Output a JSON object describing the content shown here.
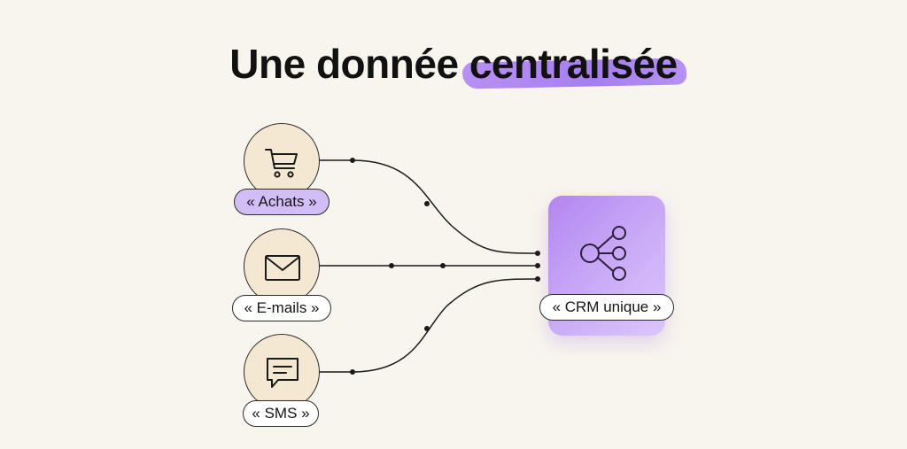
{
  "title": {
    "plain": "Une donnée",
    "highlighted": "centralisée"
  },
  "sources": [
    {
      "label": "« Achats »",
      "icon": "shopping-cart-icon"
    },
    {
      "label": "« E-mails »",
      "icon": "envelope-icon"
    },
    {
      "label": "« SMS »",
      "icon": "chat-bubble-icon"
    }
  ],
  "target": {
    "label": "« CRM unique »",
    "icon": "share-nodes-icon"
  },
  "colors": {
    "background": "#f8f5ee",
    "highlight": "#a67ff0",
    "source_circle": "#f4e8d2",
    "crm_box": "#c7a6f6",
    "line": "#1a1a1a"
  }
}
